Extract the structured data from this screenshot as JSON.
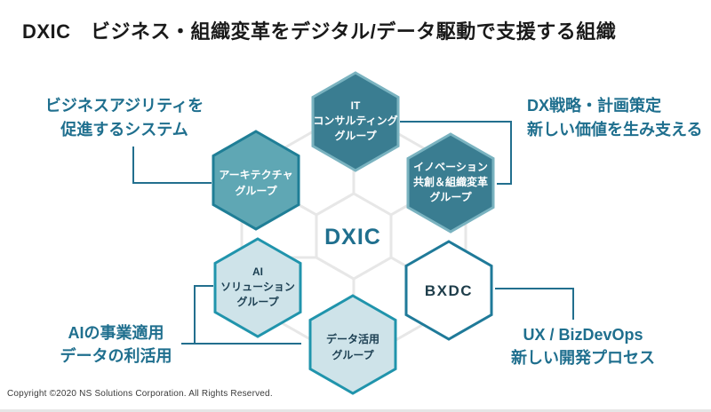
{
  "title": "DXIC　ビジネス・組織変革をデジタル/データ駆動で支援する組織",
  "center_label": "DXIC",
  "hexagons": {
    "it_consulting": {
      "lines": [
        "IT",
        "コンサルティング",
        "グループ"
      ]
    },
    "innovation": {
      "lines": [
        "イノベーション",
        "共創＆組織変革",
        "グループ"
      ]
    },
    "architecture": {
      "lines": [
        "アーキテクチャ",
        "グループ"
      ]
    },
    "ai_solution": {
      "lines": [
        "AI",
        "ソリューション",
        "グループ"
      ]
    },
    "data_utilization": {
      "lines": [
        "データ活用",
        "グループ"
      ]
    },
    "bxdc": {
      "label": "BXDC"
    }
  },
  "annotations": {
    "top_left": {
      "lines": [
        "ビジネスアジリティを",
        "促進するシステム"
      ]
    },
    "top_right": {
      "lines": [
        "DX戦略・計画策定",
        "新しい価値を生み支える"
      ]
    },
    "bottom_left": {
      "lines": [
        "AIの事業適用",
        "データの利活用"
      ]
    },
    "bottom_right": {
      "lines": [
        "UX / BizDevOps",
        "新しい開発プロセス"
      ]
    }
  },
  "colors": {
    "accent_text_and_lines": "#1F6F8E",
    "hex_dark_fill": "#3A7D91",
    "hex_dark_border": "#7AB3C0",
    "hex_medium_fill": "#5FA7B4",
    "hex_medium_border": "#1F7E96",
    "hex_light_fill": "#CEE3E9",
    "hex_light_border": "#2094AC",
    "hex_light_text": "#1C3F52",
    "bxdc_border": "#1F7A99",
    "honeycomb_gray": "#E7E7E7",
    "title_text": "#1A1A1A"
  },
  "footer": {
    "copyright": "Copyright ©2020 NS Solutions Corporation. All Rights Reserved."
  }
}
